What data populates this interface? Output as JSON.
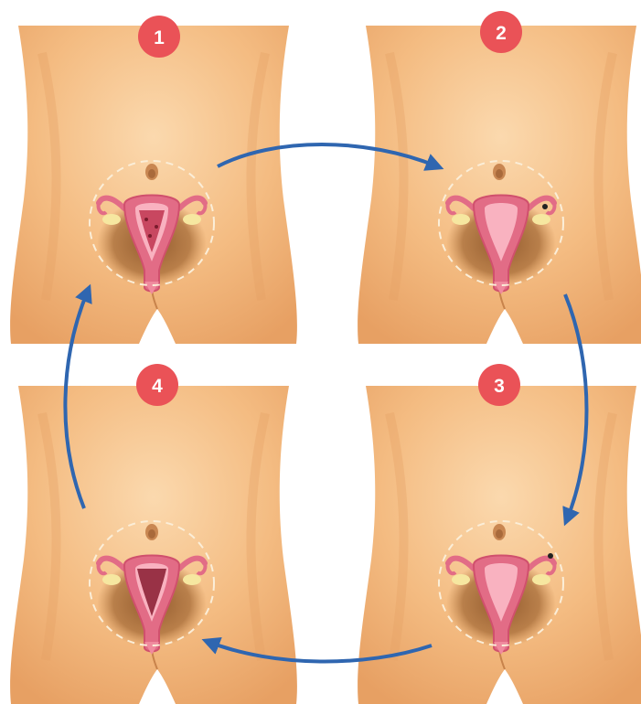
{
  "colors": {
    "skin": "#f2b77a",
    "skin_light": "#f9d3a6",
    "skin_shadow": "#d18a50",
    "uterus": "#e26c86",
    "uterus_inner": "#c0344f",
    "ovary": "#f6e7a0",
    "hair": "#9b6335",
    "badge": "#ea5257",
    "arrow": "#2f66b0",
    "dashed_circle": "#fbeed8"
  },
  "stages": [
    {
      "number": "1",
      "label_icon": "menstruation-uterus-icon"
    },
    {
      "number": "2",
      "label_icon": "follicular-uterus-icon"
    },
    {
      "number": "3",
      "label_icon": "ovulation-uterus-icon"
    },
    {
      "number": "4",
      "label_icon": "luteal-uterus-icon"
    }
  ]
}
